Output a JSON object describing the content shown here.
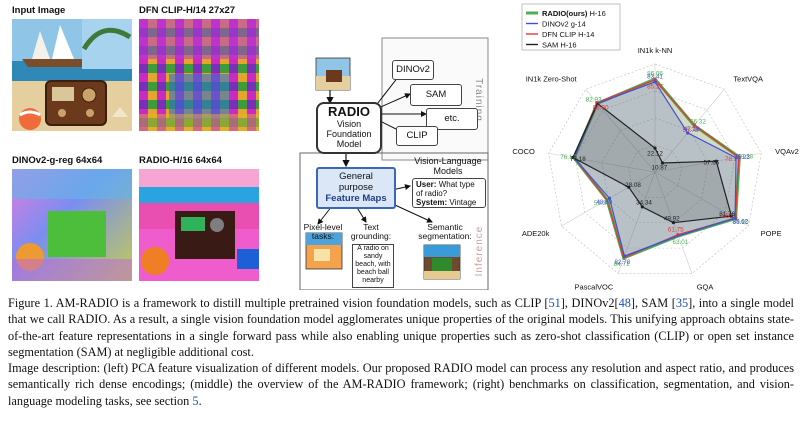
{
  "left_panel": {
    "titles": [
      "Input Image",
      "DFN CLIP-H/14 27x27",
      "DINOv2-g-reg 64x64",
      "RADIO-H/16 64x64"
    ]
  },
  "diagram": {
    "radio_title": "RADIO",
    "radio_sub": [
      "Vision",
      "Foundation",
      "Model"
    ],
    "training_label": "Training",
    "training_models": [
      "DINOv2",
      "SAM",
      "etc.",
      "CLIP"
    ],
    "feature_maps": [
      "General",
      "purpose",
      "Feature Maps"
    ],
    "vlm_title": [
      "Vision-Language",
      "Models"
    ],
    "vlm_user_label": "User:",
    "vlm_user_text": "What type of radio?",
    "vlm_system_label": "System:",
    "vlm_system_text": "Vintage",
    "pixel_tasks": [
      "Pixel-level",
      "tasks:"
    ],
    "text_grounding": [
      "Text",
      "grounding:"
    ],
    "grounding_example": [
      "A radio on",
      "sandy",
      "beach, with",
      "beach ball",
      "nearby"
    ],
    "semantic_seg": [
      "Semantic",
      "segmentation:"
    ],
    "inference_label": "Inference"
  },
  "radar": {
    "legend": [
      {
        "label": "RADIO(ours)",
        "suffix": " H-16",
        "color": "#4caf50"
      },
      {
        "label": "DINOv2",
        "suffix": " g-14",
        "color": "#3f51d8"
      },
      {
        "label": "DFN CLIP",
        "suffix": " H-14",
        "color": "#e53935"
      },
      {
        "label": "SAM",
        "suffix": " H-16",
        "color": "#222222"
      }
    ],
    "axes": [
      "IN1k k-NN",
      "TextVQA",
      "VQAv2",
      "POPE",
      "GQA",
      "PascalVOC",
      "ADE20k",
      "COCO",
      "IN1k Zero-Shot"
    ],
    "colors": {
      "radio": "#4caf50",
      "dinov2": "#3f51d8",
      "clip": "#e53935",
      "sam": "#222222"
    }
  },
  "chart_data": {
    "type": "radar",
    "categories": [
      "IN1k k-NN",
      "TextVQA",
      "VQAv2",
      "POPE",
      "GQA",
      "PascalVOC",
      "ADE20k",
      "COCO",
      "IN1k Zero-Shot"
    ],
    "series": [
      {
        "name": "RADIO(ours) H-16",
        "values": [
          86.06,
          56.32,
          79.28,
          86.2,
          63.01,
          84.71,
          51.34,
          76.17,
          82.93
        ]
      },
      {
        "name": "DINOv2 g-14",
        "values": [
          83.41,
          47.18,
          76.23,
          85.62,
          null,
          82.78,
          48.68,
          null,
          null
        ]
      },
      {
        "name": "DFN CLIP H-14",
        "values": [
          85.27,
          56.78,
          78.78,
          85.91,
          61.75,
          null,
          null,
          null,
          83.9
        ]
      },
      {
        "name": "SAM H-16",
        "values": [
          22.12,
          10.87,
          57.65,
          81.76,
          49.92,
          34.34,
          28.08,
          77.18,
          null
        ]
      }
    ],
    "labels": {
      "radio": [
        "86.06",
        "56.32",
        "79.28",
        "86.20",
        "63.01",
        "84.71",
        "51.34",
        "76.17",
        "82.93"
      ],
      "dinov2": [
        "83.41",
        "47.18",
        "76.23",
        "85.62",
        "",
        "82.78",
        "48.68",
        "",
        ""
      ],
      "clip": [
        "85.27",
        "56.78",
        "78.78",
        "85.91",
        "61.75",
        "",
        "",
        "",
        "83.90"
      ],
      "sam": [
        "22.12",
        "10.87",
        "57.65",
        "81.76",
        "49.92",
        "34.34",
        "28.08",
        "77.18",
        ""
      ]
    }
  },
  "caption": {
    "fig_label": "Figure 1.",
    "p1_a": " AM-RADIO is a framework to distill multiple pretrained vision foundation models, such as CLIP [",
    "ref1": "51",
    "p1_b": "], DINOv2[",
    "ref2": "48",
    "p1_c": "], SAM [",
    "ref3": "35",
    "p1_d": "], into a single model that we call RADIO. As a result, a single vision foundation model agglomerates unique properties of the original models. This unifying approach obtains state-of-the-art feature representations in a single forward pass while also enabling unique properties such as zero-shot classification (CLIP) or open set instance segmentation (SAM) at negligible additional cost.",
    "p2_a": "Image description:  (left) PCA feature visualization of different models.  Our proposed RADIO model can process any resolution and aspect ratio, and produces semantically rich dense encodings; (middle) the overview of the AM-RADIO framework; (right) benchmarks on classification, segmentation, and vision-language modeling tasks, see section ",
    "ref4": "5",
    "p2_b": "."
  }
}
